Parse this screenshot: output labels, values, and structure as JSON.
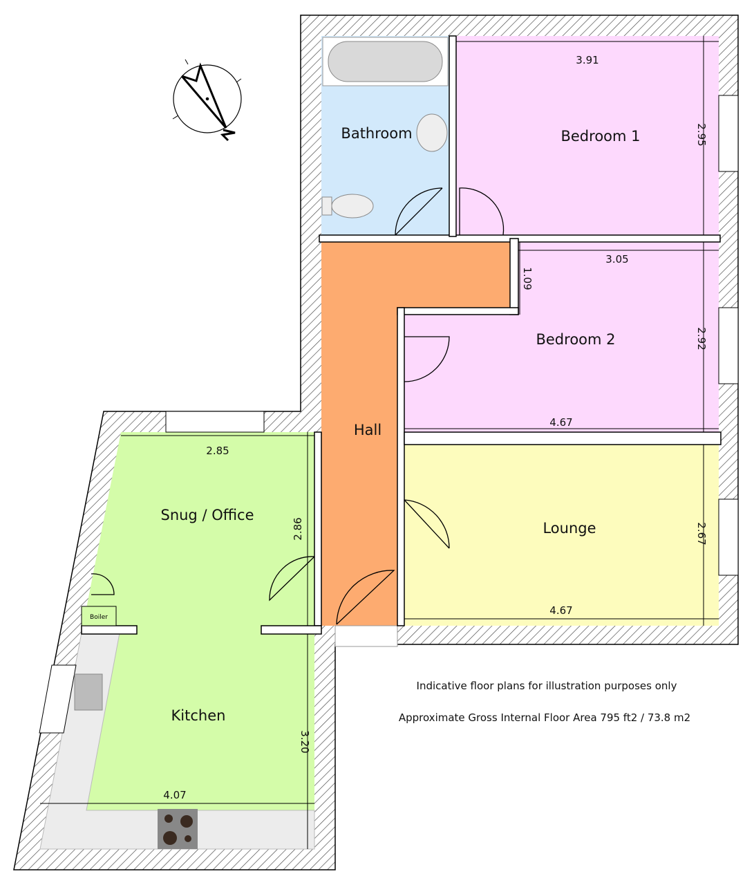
{
  "rooms": {
    "bathroom": "Bathroom",
    "bedroom1": "Bedroom 1",
    "bedroom2": "Bedroom 2",
    "hall": "Hall",
    "lounge": "Lounge",
    "snug": "Snug / Office",
    "kitchen": "Kitchen",
    "boiler": "Boiler"
  },
  "dimensions": {
    "bedroom1_width": "3.91",
    "bedroom1_depth": "2.95",
    "bedroom2_top": "3.05",
    "bedroom2_step": "1.09",
    "bedroom2_depth": "2.92",
    "bedroom2_width": "4.67",
    "lounge_depth": "2.67",
    "lounge_width": "4.67",
    "snug_width": "2.85",
    "snug_depth": "2.86",
    "kitchen_depth": "3.20",
    "kitchen_width": "4.07"
  },
  "notes": {
    "disclaimer": "Indicative floor plans for illustration purposes only",
    "area": "Approximate Gross Internal Floor Area 795 ft2 / 73.8 m2"
  },
  "compass": {
    "label": "N"
  },
  "colors": {
    "bathroom": "#d2e9fb",
    "bedroom": "#fdd9fd",
    "hall": "#fdab70",
    "lounge": "#fdfcbd",
    "snug_kitchen": "#d4fca9",
    "counter": "#ececec"
  }
}
